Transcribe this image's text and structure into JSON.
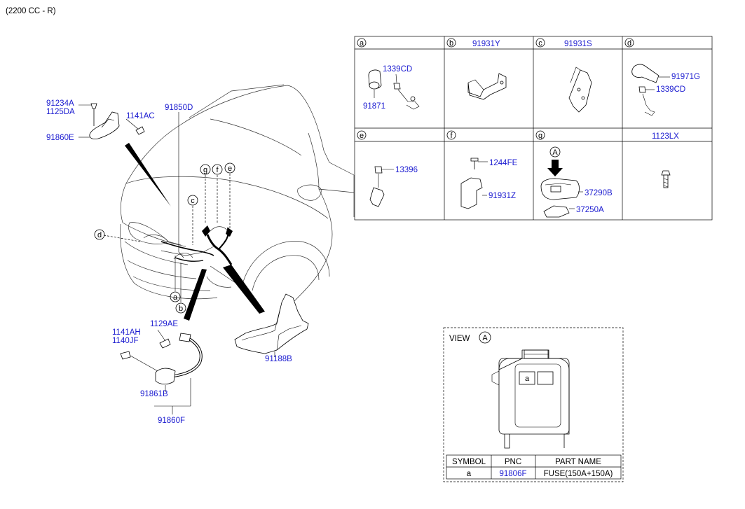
{
  "header": {
    "engine_note": "(2200 CC - R)"
  },
  "main_labels": {
    "p91234A": "91234A",
    "p1125DA": "1125DA",
    "p1141AC": "1141AC",
    "p91860E": "91860E",
    "p91850D": "91850D",
    "p1129AE": "1129AE",
    "p1141AH": "1141AH",
    "p1140JF": "1140JF",
    "p91861B": "91861B",
    "p91860F": "91860F",
    "p91188B": "91188B"
  },
  "callouts": {
    "a": "a",
    "b": "b",
    "c": "c",
    "d": "d",
    "e": "e",
    "f": "f",
    "g": "g"
  },
  "grid": {
    "cells": [
      {
        "letter": "a",
        "title": "",
        "parts": [
          "1339CD",
          "91871"
        ]
      },
      {
        "letter": "b",
        "title": "91931Y",
        "parts": []
      },
      {
        "letter": "c",
        "title": "91931S",
        "parts": []
      },
      {
        "letter": "d",
        "title": "",
        "parts": [
          "91971G",
          "1339CD"
        ]
      },
      {
        "letter": "e",
        "title": "",
        "parts": [
          "13396"
        ]
      },
      {
        "letter": "f",
        "title": "",
        "parts": [
          "1244FE",
          "91931Z"
        ]
      },
      {
        "letter": "g",
        "title": "",
        "parts": [
          "37290B",
          "37250A"
        ],
        "view_marker": "A"
      },
      {
        "letter": "",
        "title": "1123LX",
        "parts": []
      }
    ]
  },
  "view": {
    "title": "VIEW",
    "marker": "A",
    "fuse_symbol": "a",
    "table": {
      "headers": [
        "SYMBOL",
        "PNC",
        "PART NAME"
      ],
      "rows": [
        [
          "a",
          "91806F",
          "FUSE(150A+150A)"
        ]
      ]
    }
  }
}
